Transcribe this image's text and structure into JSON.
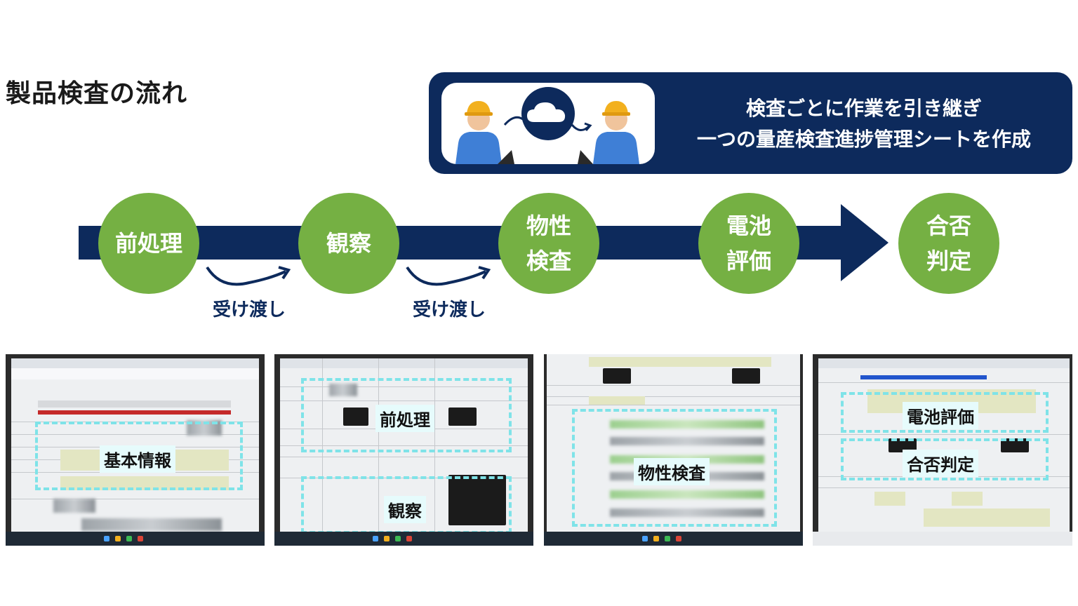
{
  "title": "製品検査の流れ",
  "banner": {
    "lines": [
      "検査ごとに作業を引き継ぎ",
      "一つの量産検査進捗管理シートを作成"
    ],
    "icons": [
      "worker-icon",
      "cloud-icon",
      "worker-icon"
    ]
  },
  "steps": [
    {
      "label": "前処理"
    },
    {
      "label": "観察"
    },
    {
      "label": "物性\n検査"
    },
    {
      "label": "電池\n評価"
    },
    {
      "label": "合否\n判定"
    }
  ],
  "handoffs": [
    {
      "label": "受け渡し"
    },
    {
      "label": "受け渡し"
    }
  ],
  "screenshots": [
    {
      "highlights": [
        {
          "label": "基本情報"
        }
      ]
    },
    {
      "highlights": [
        {
          "label": "前処理"
        },
        {
          "label": "観察"
        }
      ]
    },
    {
      "highlights": [
        {
          "label": "物性検査"
        }
      ]
    },
    {
      "highlights": [
        {
          "label": "電池評価"
        },
        {
          "label": "合否判定"
        }
      ]
    }
  ],
  "colors": {
    "navy": "#0d2a5c",
    "green": "#75b043",
    "highlight": "#7fe3e8"
  }
}
